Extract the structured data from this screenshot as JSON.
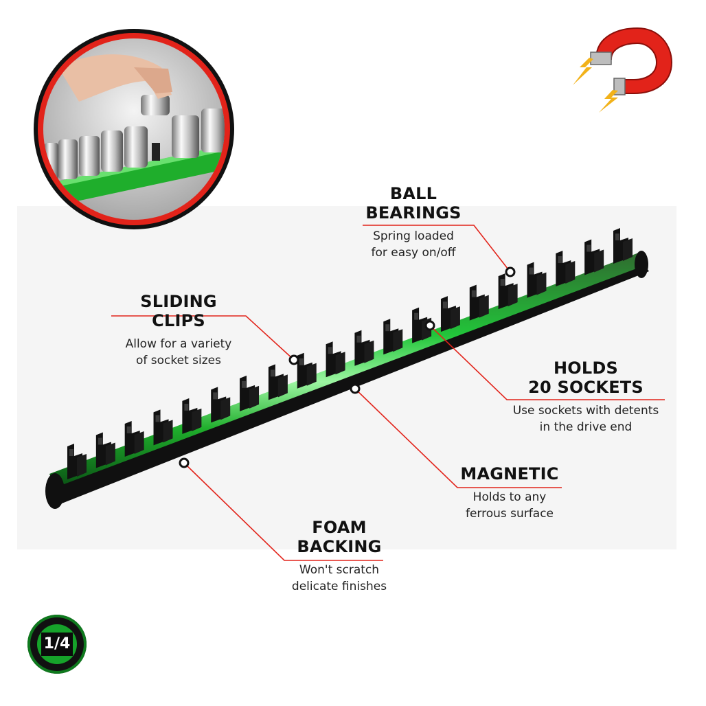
{
  "badge": {
    "text": "1/4"
  },
  "features": {
    "ball_bearings": {
      "title": "BALL\nBEARINGS",
      "desc": "Spring loaded\nfor easy on/off"
    },
    "sliding_clips": {
      "title": "SLIDING CLIPS",
      "desc": "Allow for a variety\nof socket sizes"
    },
    "holds_sockets": {
      "title": "HOLDS\n20 SOCKETS",
      "desc": "Use sockets with detents\nin the drive end"
    },
    "magnetic": {
      "title": "MAGNETIC",
      "desc": "Holds to any\nferrous surface"
    },
    "foam_backing": {
      "title": "FOAM\nBACKING",
      "desc": "Won't scratch\ndelicate finishes"
    }
  },
  "product": {
    "clip_count": 20
  },
  "colors": {
    "accent_red": "#e2231a",
    "rail_green": "#1fae2c",
    "clip_black": "#111111"
  },
  "icons": {
    "magnet": "horseshoe-magnet-icon",
    "inset": "socket-demo-photo"
  }
}
